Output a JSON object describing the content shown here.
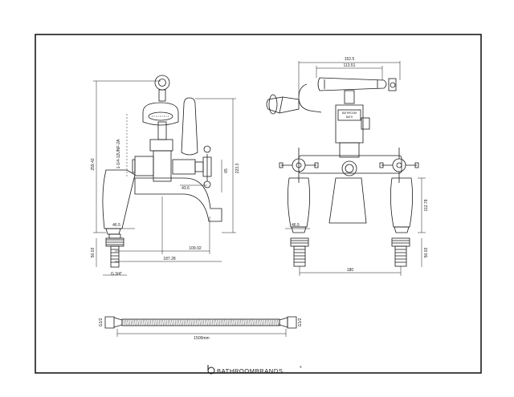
{
  "drawing": {
    "side_view": {
      "height_overall": "259.42",
      "thread_label": "1-1/4-12UNF-2A",
      "height_handle": "223.3",
      "spout_depth": "65",
      "valve_offset": "43.6",
      "pillar_width": "46.5",
      "spout_reach": "109.02",
      "total_reach": "187.28",
      "tail_height": "50.03",
      "inlet_thread": "G 3/4\""
    },
    "front_view": {
      "outer_width": "152.5",
      "inner_width": "113.51",
      "pillar_width": "46.5",
      "body_height": "112.78",
      "tail_height": "50.03",
      "centres": "180",
      "plate_text_1": "BATHROOM",
      "plate_text_2": "BATH"
    },
    "hose": {
      "length": "1500mm",
      "left_thread": "G1/2",
      "right_thread": "G1/2"
    }
  },
  "brand": {
    "logo_letter": "b",
    "name": "BATHROOMBRANDS",
    "trademark": "®"
  },
  "colors": {
    "line": "#1a1a1a",
    "background": "#ffffff"
  }
}
